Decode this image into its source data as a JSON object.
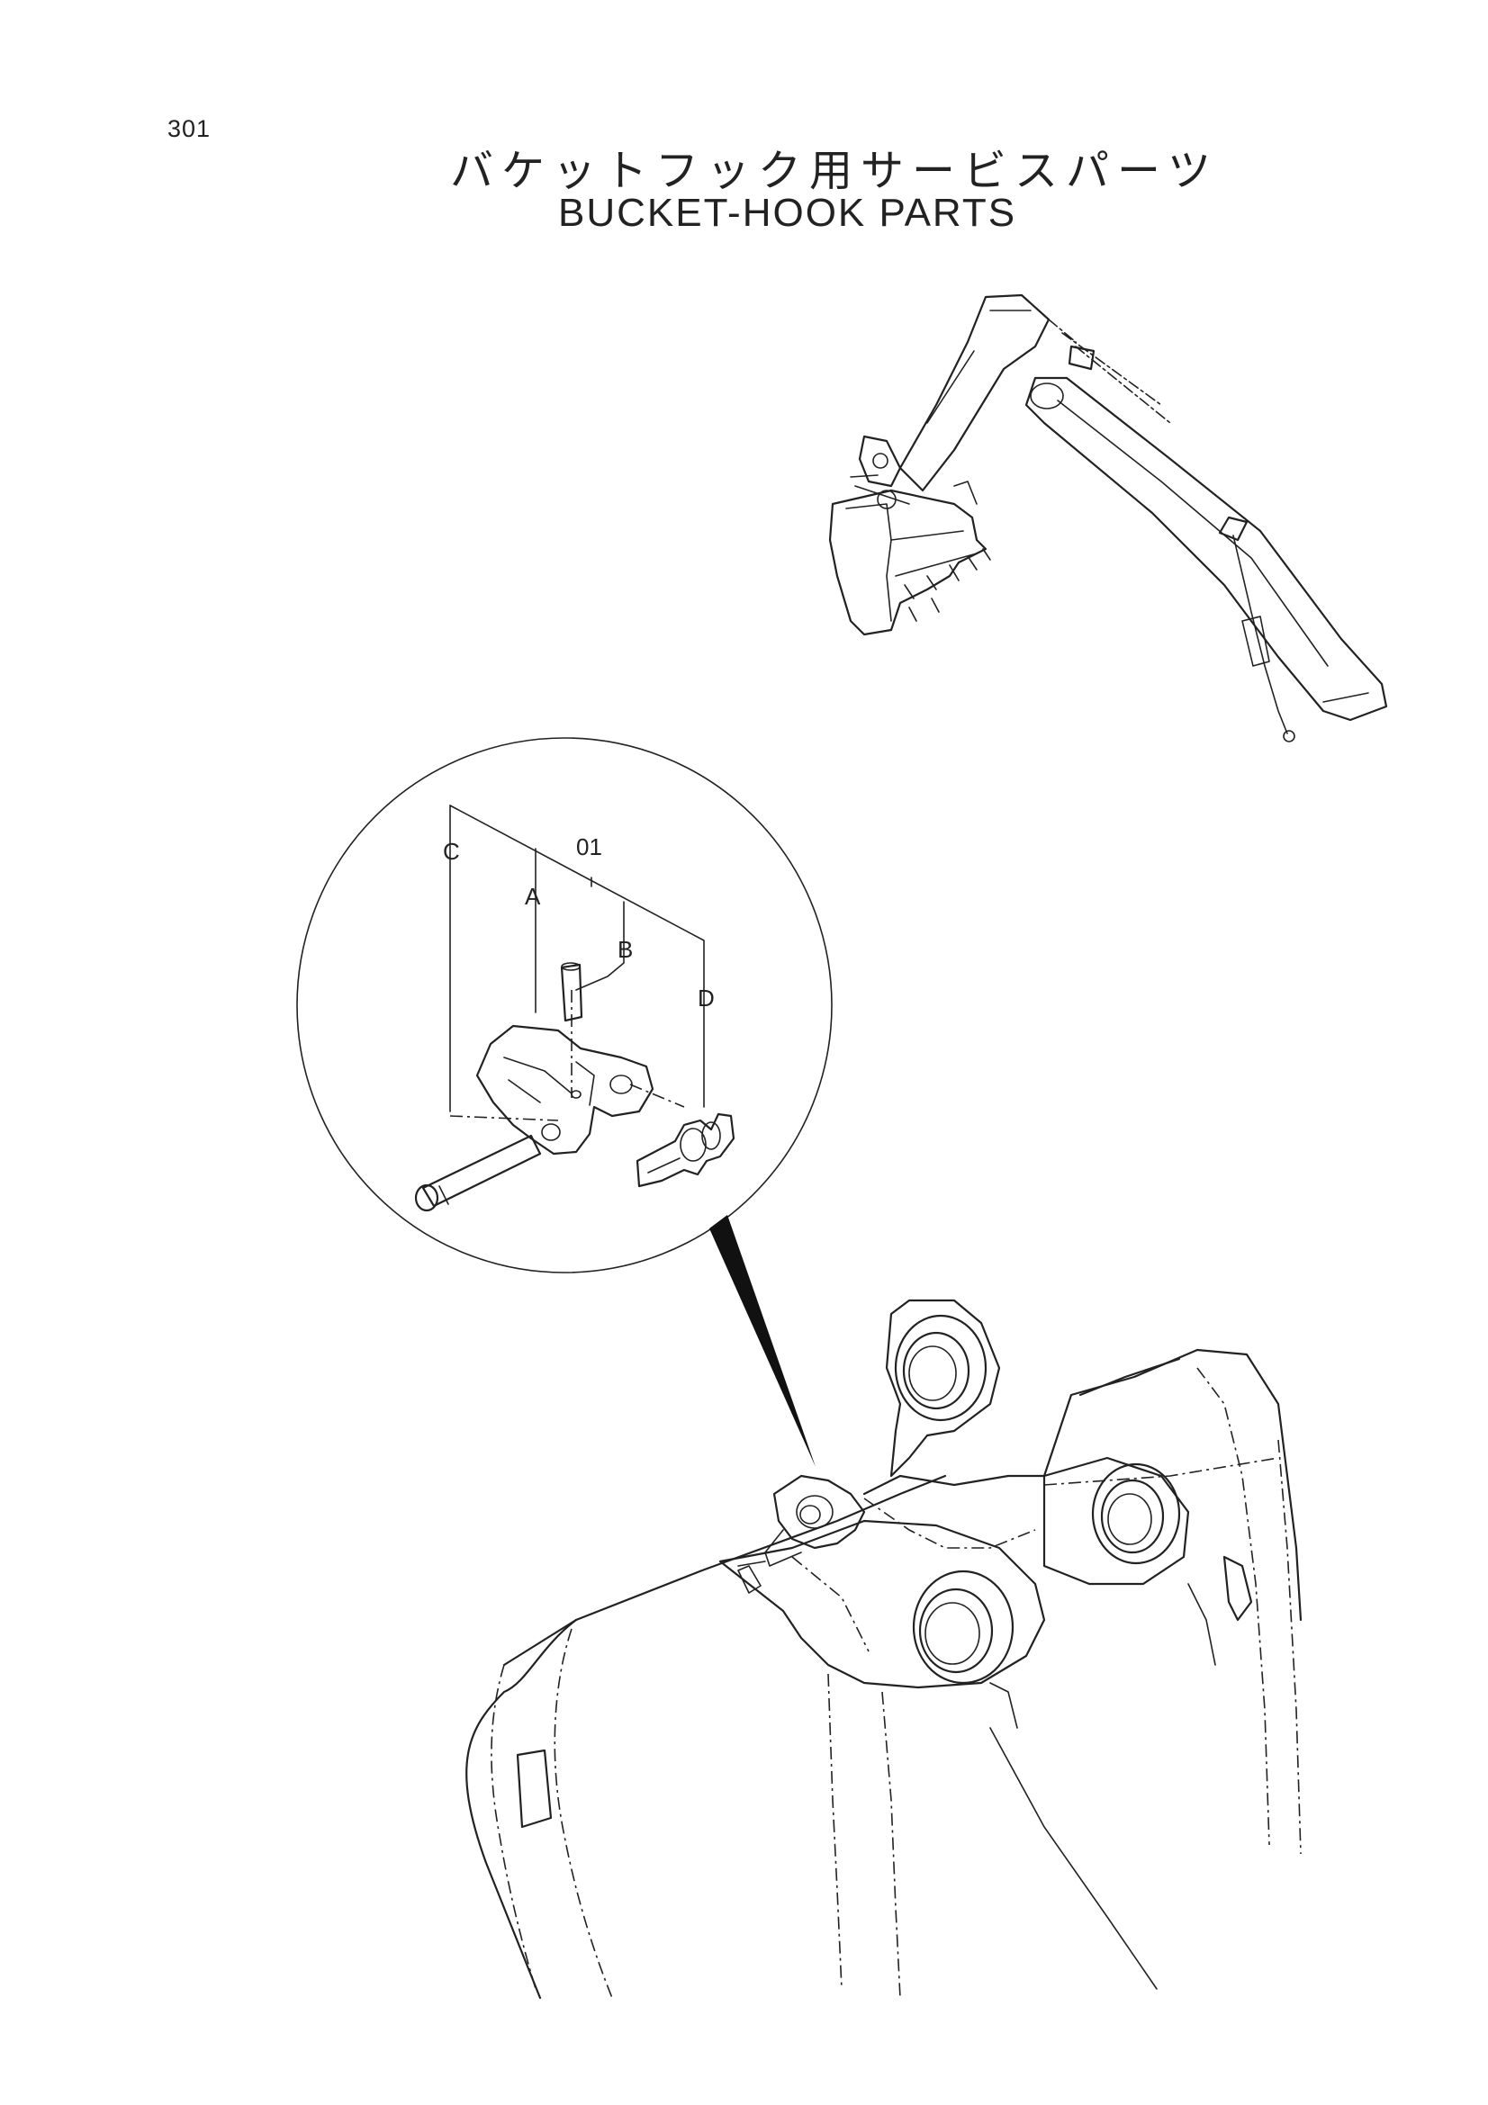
{
  "page_number": "301",
  "title_jp": "バケットフック用サービスパーツ",
  "title_en": "BUCKET-HOOK PARTS",
  "callouts": {
    "assembly": "01",
    "a": "A",
    "b": "B",
    "c": "C",
    "d": "D"
  },
  "icons": [
    "excavator-arm-overview",
    "bucket-hook-detail-circle",
    "bucket-closeup"
  ]
}
